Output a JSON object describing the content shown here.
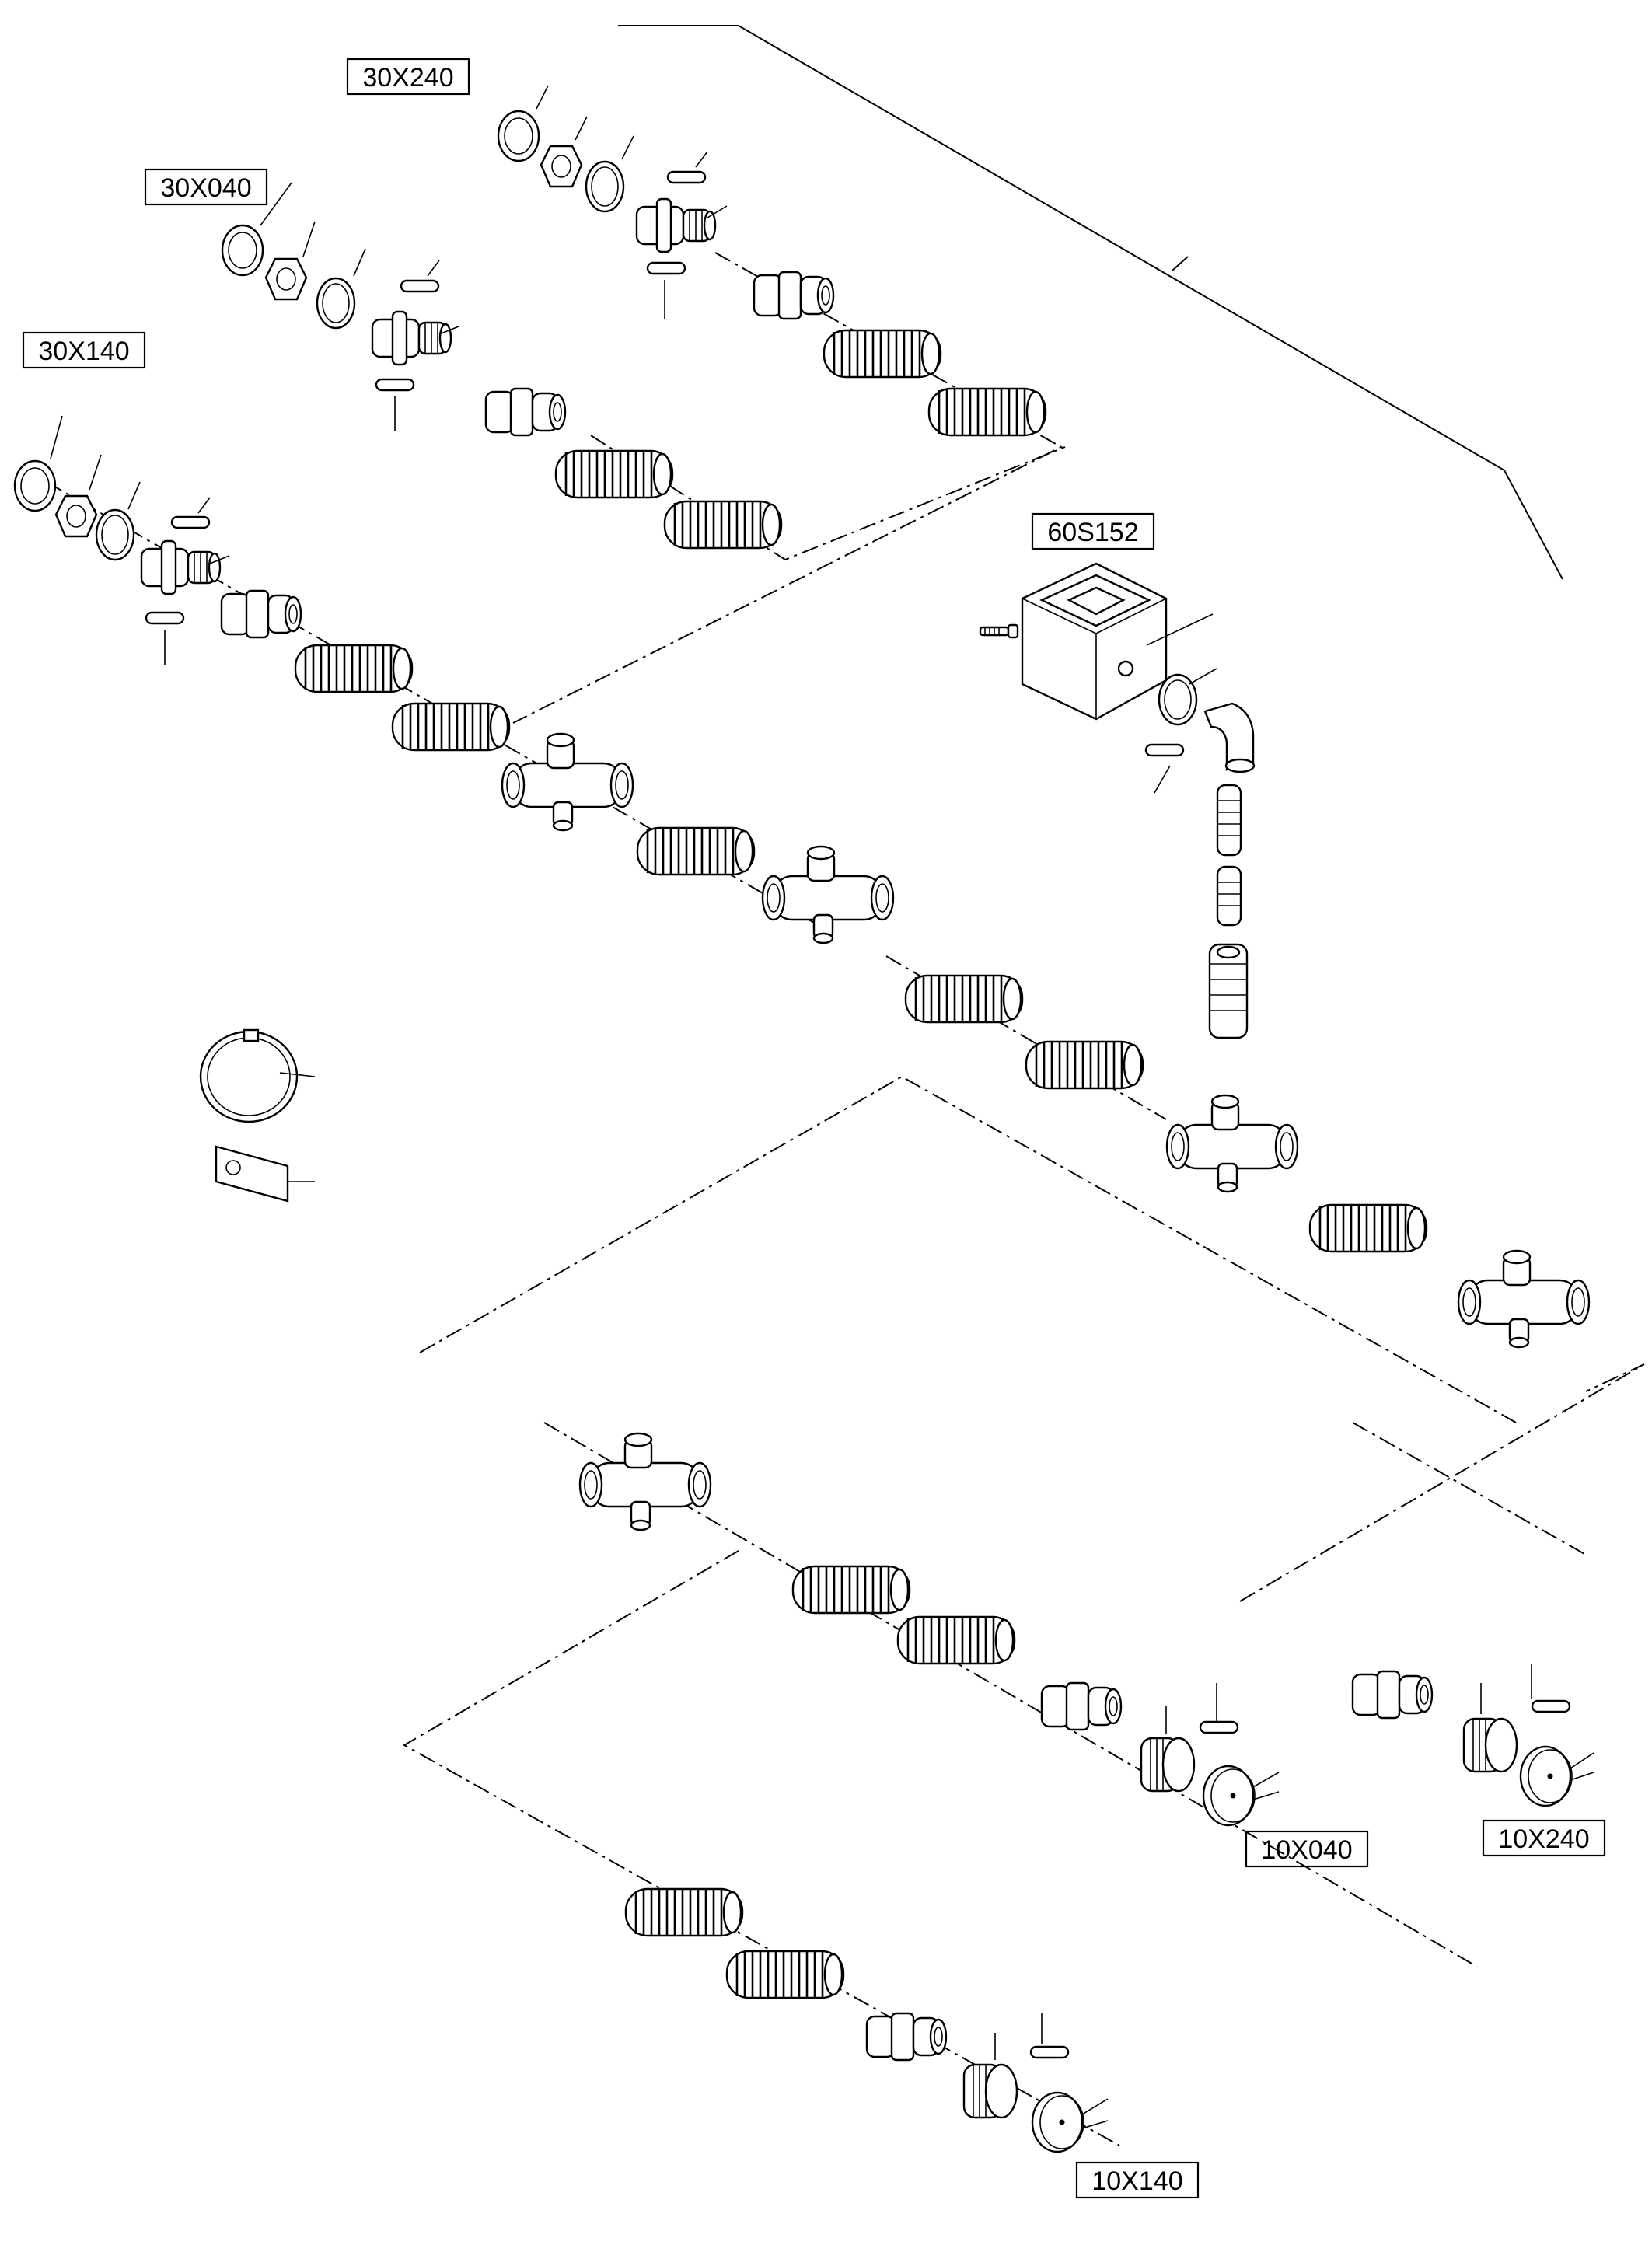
{
  "diagram": {
    "labels": {
      "top_30X240": "30X240",
      "mid_30X040": "30X040",
      "left_30X140": "30X140",
      "valve_60S152": "60S152",
      "br_10X040": "10X040",
      "br_10X240": "10X240",
      "bot_10X140": "10X140"
    }
  }
}
